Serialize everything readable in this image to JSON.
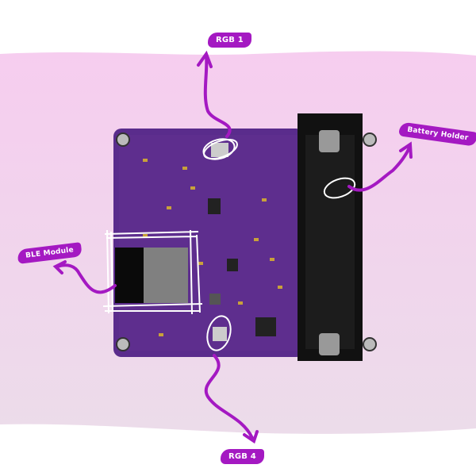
{
  "labels": {
    "rgb1": "RGB 1",
    "battery_holder": "Battery Holder",
    "ble_module": "BLE Module",
    "rgb4": "RGB 4"
  },
  "colors": {
    "accent": "#a419c2",
    "background_band_top": "#f6cdef",
    "background_band_bottom": "#ecdcea",
    "pcb": "#5a2c8c",
    "battery_holder": "#111111"
  }
}
